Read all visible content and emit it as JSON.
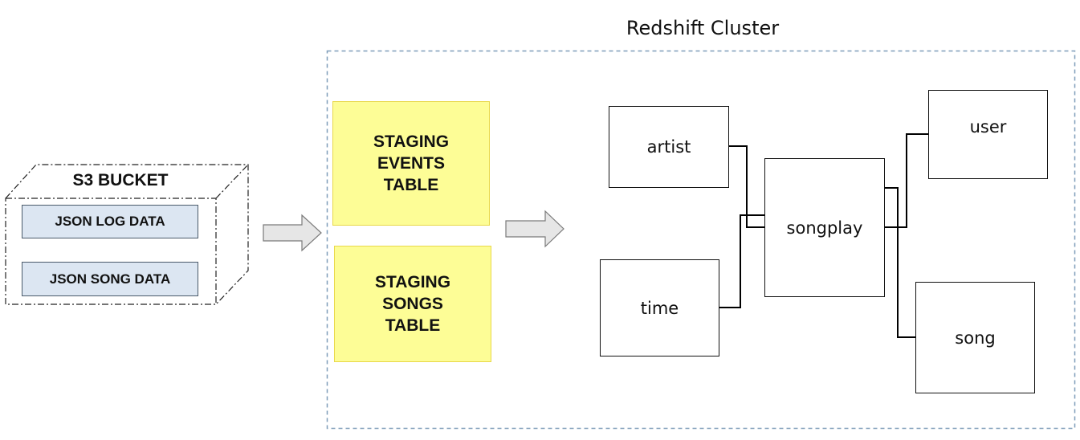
{
  "cluster": {
    "title": "Redshift Cluster"
  },
  "s3": {
    "title": "S3 BUCKET",
    "items": [
      "JSON LOG DATA",
      "JSON SONG DATA"
    ]
  },
  "staging": {
    "events": "STAGING\nEVENTS\nTABLE",
    "songs": "STAGING\nSONGS\nTABLE"
  },
  "tables": {
    "artist": "artist",
    "time": "time",
    "songplay": "songplay",
    "user": "user",
    "song": "song"
  },
  "colors": {
    "json_box_fill": "#dce6f2",
    "staging_fill": "#fdfd96",
    "cluster_border": "#7f9db9",
    "arrow_fill": "#e6e6e6"
  }
}
